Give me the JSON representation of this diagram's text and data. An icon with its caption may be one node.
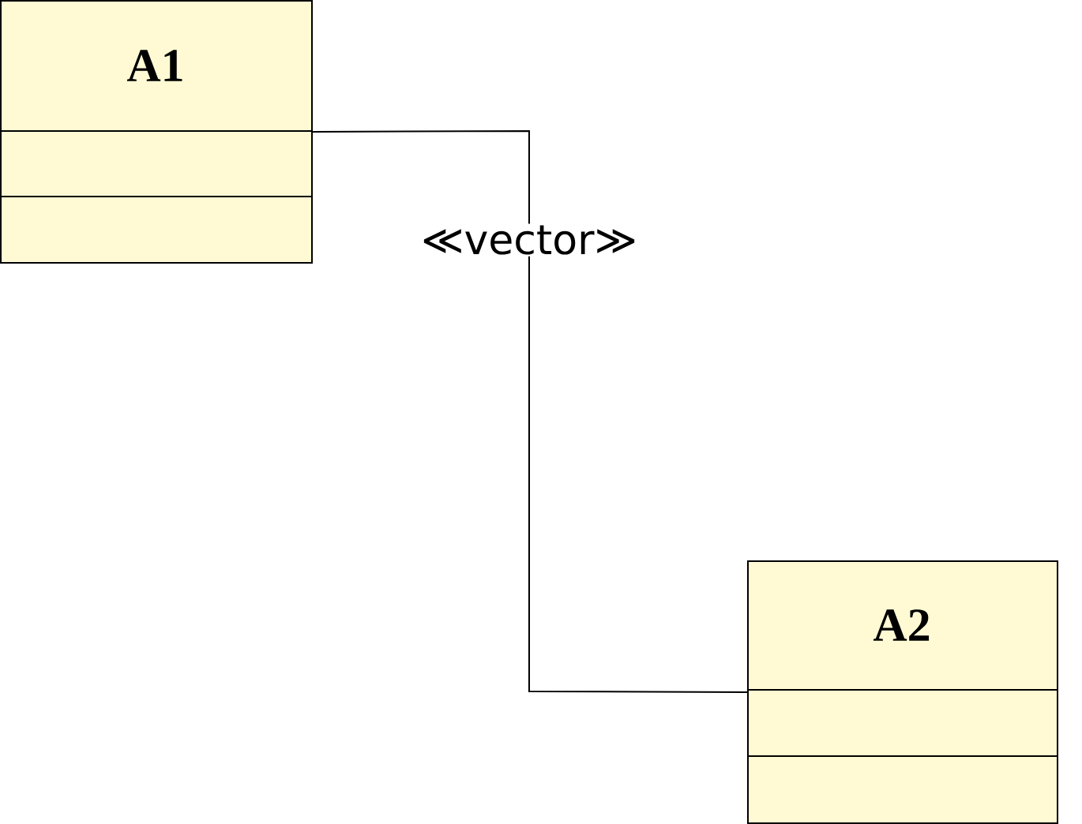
{
  "diagram": {
    "nodes": [
      {
        "text": [
          "A1"
        ]
      },
      {
        "text": [
          "A2"
        ]
      }
    ],
    "edges": [
      {
        "from": 0,
        "to": 1,
        "arrow": "none",
        "label": "≪vector≫"
      }
    ]
  }
}
